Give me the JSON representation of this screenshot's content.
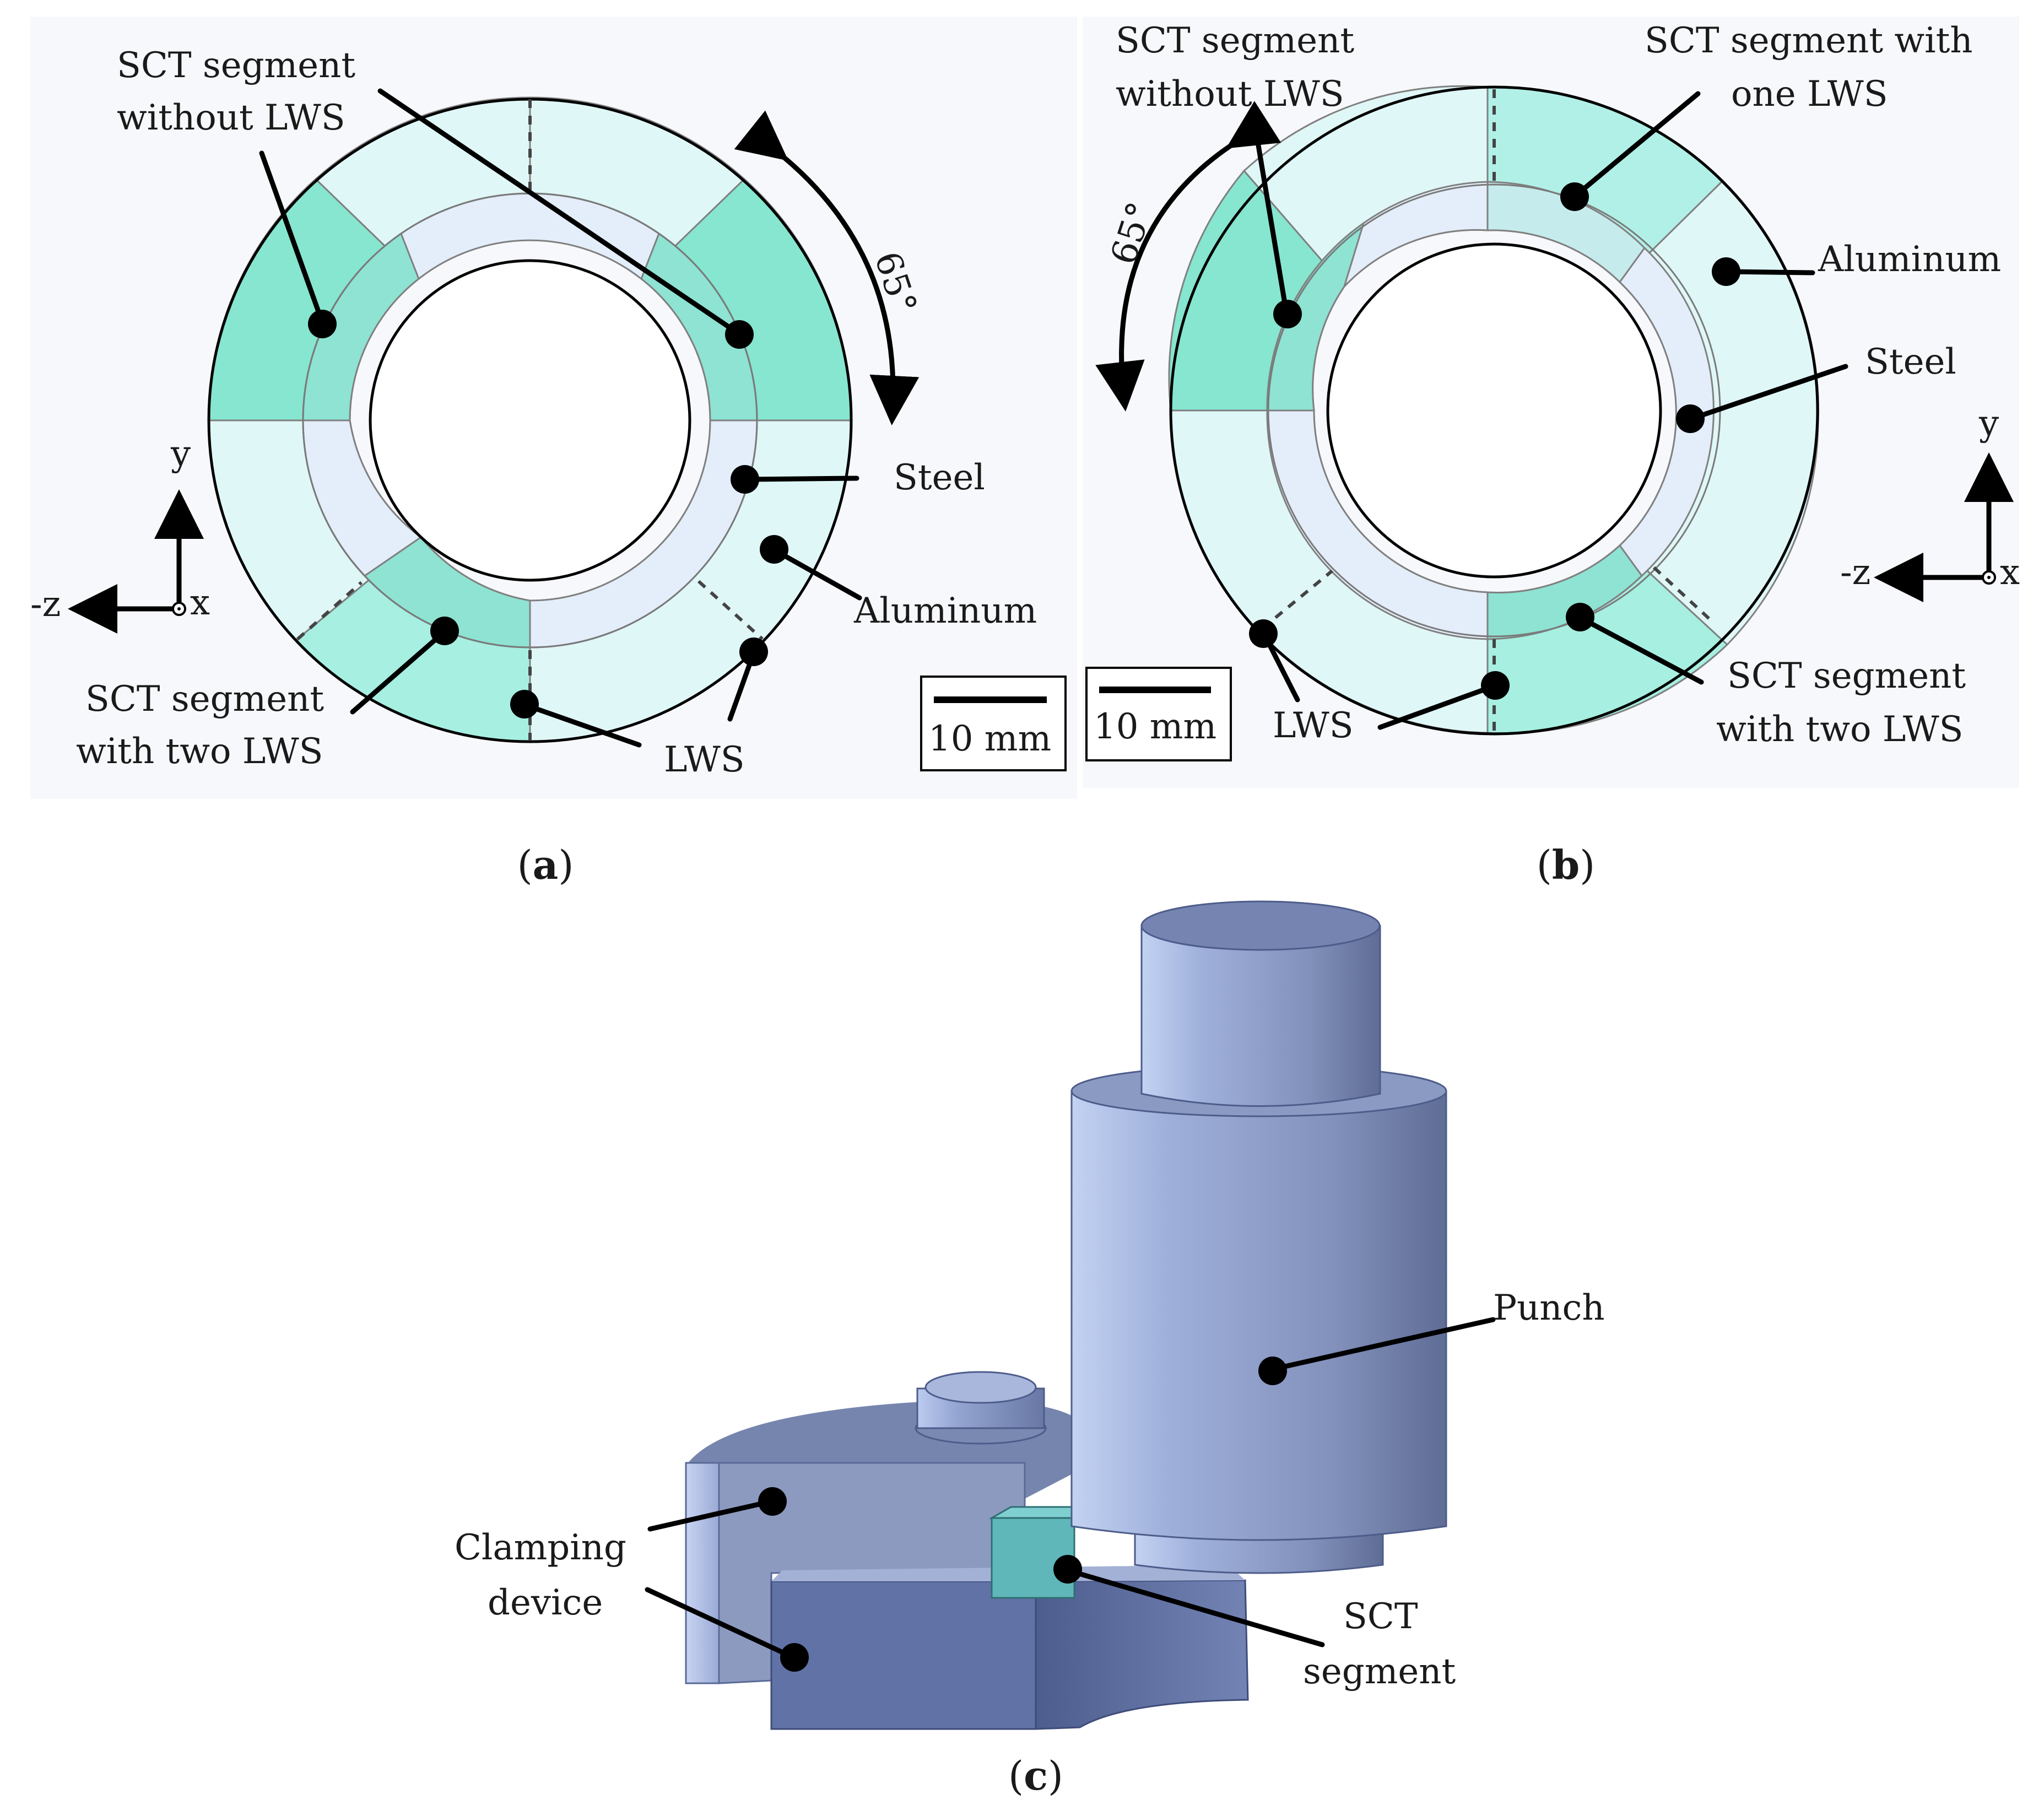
{
  "panels": {
    "a": {
      "caption_letter": "a",
      "labels": {
        "sct_without_lws": [
          "SCT segment",
          "without LWS"
        ],
        "sct_with_two_lws": [
          "SCT segment",
          "with two LWS"
        ],
        "steel": "Steel",
        "aluminum": "Aluminum",
        "lws": "LWS",
        "angle": "65°"
      },
      "axes": {
        "y": "y",
        "z": "-z",
        "x": "x"
      },
      "scale_bar": "10 mm"
    },
    "b": {
      "caption_letter": "b",
      "labels": {
        "sct_without_lws": [
          "SCT segment",
          "without LWS"
        ],
        "sct_with_one_lws": [
          "SCT segment with",
          "one LWS"
        ],
        "aluminum": "Aluminum",
        "steel": "Steel",
        "lws": "LWS",
        "sct_with_two_lws": [
          "SCT segment",
          "with two LWS"
        ],
        "angle": "65°"
      },
      "axes": {
        "y": "y",
        "z": "-z",
        "x": "x"
      },
      "scale_bar": "10 mm"
    },
    "c": {
      "caption_letter": "c",
      "labels": {
        "punch": "Punch",
        "clamping_device": [
          "Clamping",
          "device"
        ],
        "sct_segment": [
          "SCT",
          "segment"
        ]
      }
    }
  },
  "colors": {
    "aluminum": "#e0f7f7",
    "steel": "#e4eefa",
    "sct_dark": "#86e6d0",
    "sct_mid": "#a6efe1",
    "sct_inner": "#8ee3d3",
    "part_blue": "#8190b4",
    "part_dark": "#6475a2",
    "sct_3d": "#5cb5b8"
  }
}
